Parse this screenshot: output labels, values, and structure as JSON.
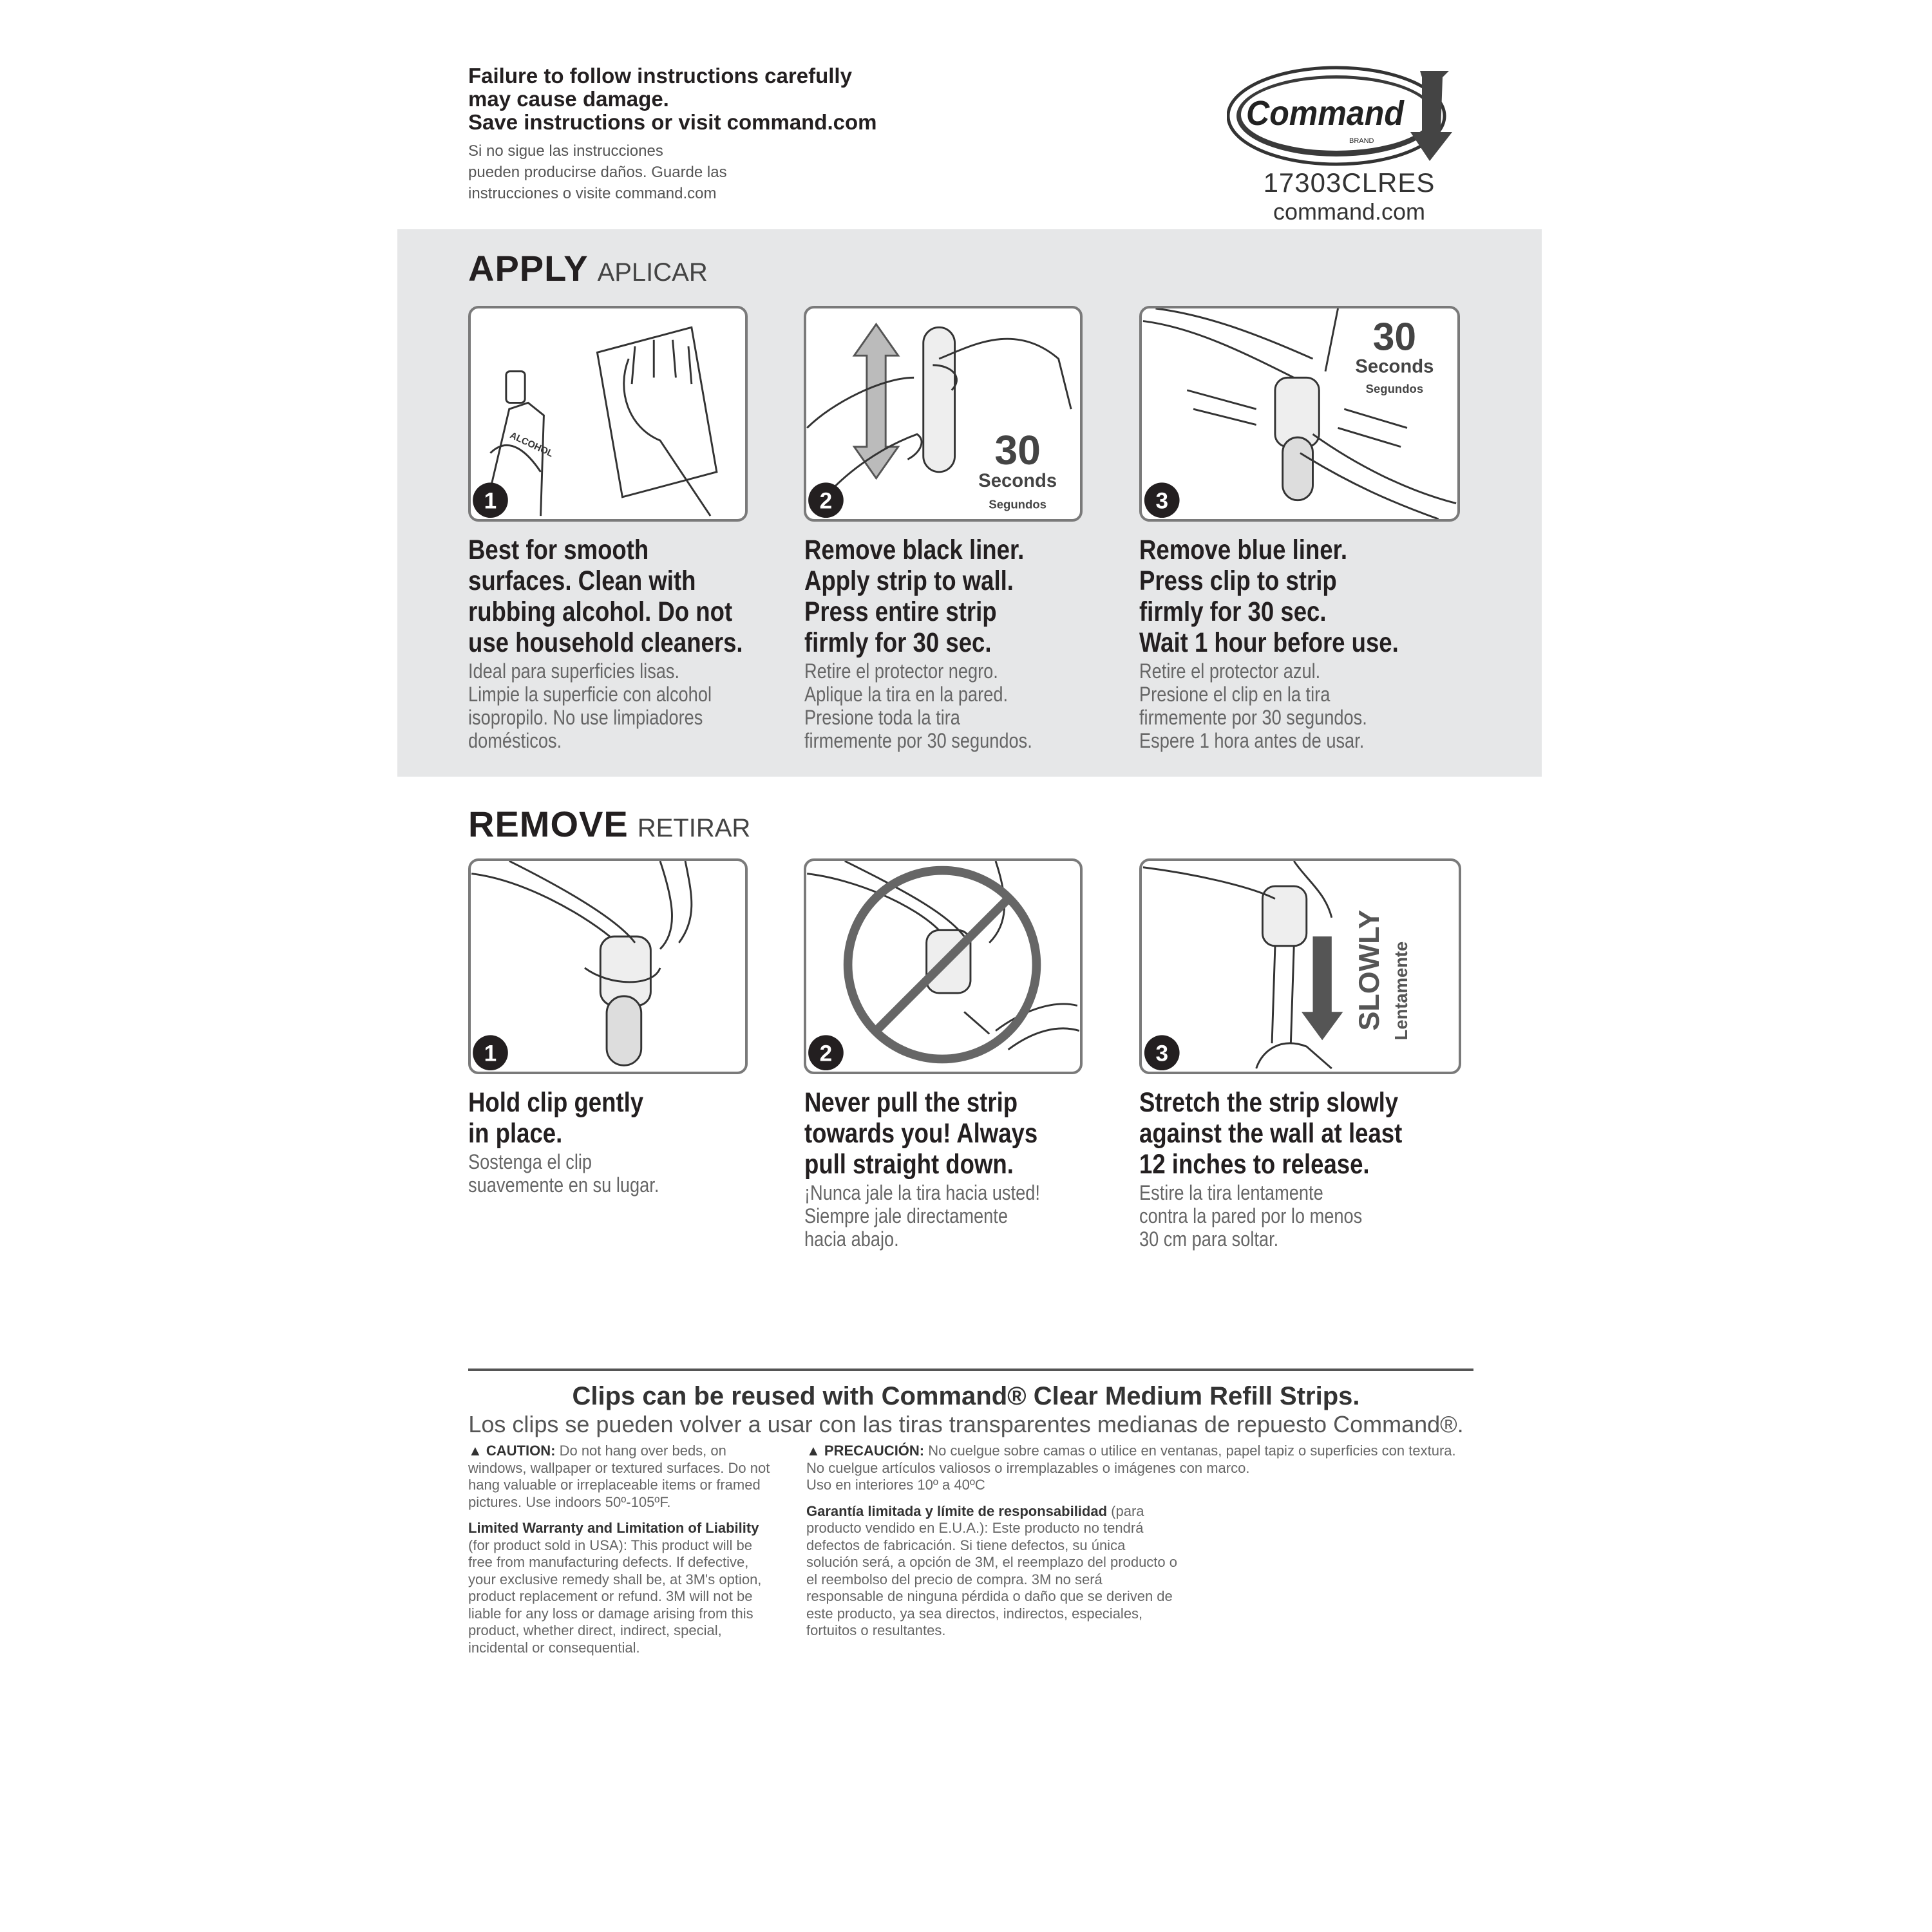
{
  "header": {
    "warning_en": [
      "Failure to follow instructions carefully",
      "may cause damage.",
      "Save instructions or visit command.com"
    ],
    "warning_es": [
      "Si no sigue las instrucciones",
      "pueden producirse daños. Guarde las",
      "instrucciones o visite command.com"
    ],
    "logo_text": "Command",
    "logo_sub": "BRAND",
    "product_code": "17303CLRES",
    "website": "command.com"
  },
  "apply": {
    "title": "APPLY",
    "title_es": "APLICAR",
    "panel_color": "#e6e7e8",
    "steps": [
      {
        "number": "1",
        "label_in_image": "ALCOHOL",
        "text_en": "Best for smooth\nsurfaces. Clean with\nrubbing alcohol. Do not\nuse household cleaners.",
        "text_es": "Ideal para superficies lisas.\nLimpie la superficie con alcohol\nisopropilo. No use limpiadores\ndomésticos."
      },
      {
        "number": "2",
        "timer": "30",
        "timer_unit": "Seconds",
        "timer_unit_es": "Segundos",
        "text_en": "Remove black liner.\nApply strip to wall.\nPress entire strip\nfirmly for 30 sec.",
        "text_es": "Retire el protector negro.\nAplique la tira en la pared.\nPresione toda la tira\nfirmemente por 30 segundos."
      },
      {
        "number": "3",
        "timer": "30",
        "timer_unit": "Seconds",
        "timer_unit_es": "Segundos",
        "text_en": "Remove blue liner.\nPress clip to strip\nfirmly for 30 sec.\nWait 1 hour before use.",
        "text_es": "Retire el protector azul.\nPresione el clip en la tira\nfirmemente por 30 segundos.\nEspere 1 hora antes de usar."
      }
    ]
  },
  "remove": {
    "title": "REMOVE",
    "title_es": "RETIRAR",
    "steps": [
      {
        "number": "1",
        "text_en": "Hold clip gently\nin place.",
        "text_es": "Sostenga el clip\nsuavemente en su lugar."
      },
      {
        "number": "2",
        "text_en": "Never pull the strip\ntowards you! Always\npull straight down.",
        "text_es": "¡Nunca jale la tira hacia usted!\nSiempre jale directamente\nhacia abajo."
      },
      {
        "number": "3",
        "label_in_image": "SLOWLY",
        "label_in_image_es": "Lentamente",
        "text_en": "Stretch the strip slowly\nagainst the wall at least\n12 inches to release.",
        "text_es": "Estire la tira lentamente\ncontra la pared por lo menos\n30 cm para soltar."
      }
    ]
  },
  "footer": {
    "reuse_en": "Clips can be reused with Command® Clear Medium Refill Strips.",
    "reuse_es": "Los clips se pueden volver a usar con las tiras transparentes medianas de repuesto Command®.",
    "caution_label": "CAUTION:",
    "caution_text": "Do not hang over beds, on windows, wallpaper or textured surfaces. Do not hang valuable or irreplaceable items or framed pictures. Use indoors 50º-105ºF.",
    "warranty_label": "Limited Warranty and Limitation of Liability",
    "warranty_text": "(for product sold in USA): This product will be free from manufacturing defects. If defective, your exclusive remedy shall be, at 3M's option, product replacement or refund. 3M will not be liable for any loss or damage arising from this product, whether direct, indirect, special, incidental or consequential.",
    "precaucion_label": "PRECAUCIÓN:",
    "precaucion_text": "No cuelgue sobre camas o utilice en ventanas, papel tapiz o superficies con textura. No cuelgue artículos valiosos o irremplazables o imágenes con marco.",
    "precaucion_temp": "Uso en interiores 10º a 40ºC",
    "garantia_label": "Garantía limitada y límite de responsabilidad",
    "garantia_text": "(para producto vendido en E.U.A.): Este producto no tendrá defectos de fabricación. Si tiene defectos, su única solución será, a opción de 3M, el reemplazo del producto o el reembolso del precio de compra. 3M no será responsable de ninguna pérdida o daño que se deriven de este producto, ya sea directos, indirectos, especiales, fortuitos o resultantes."
  }
}
